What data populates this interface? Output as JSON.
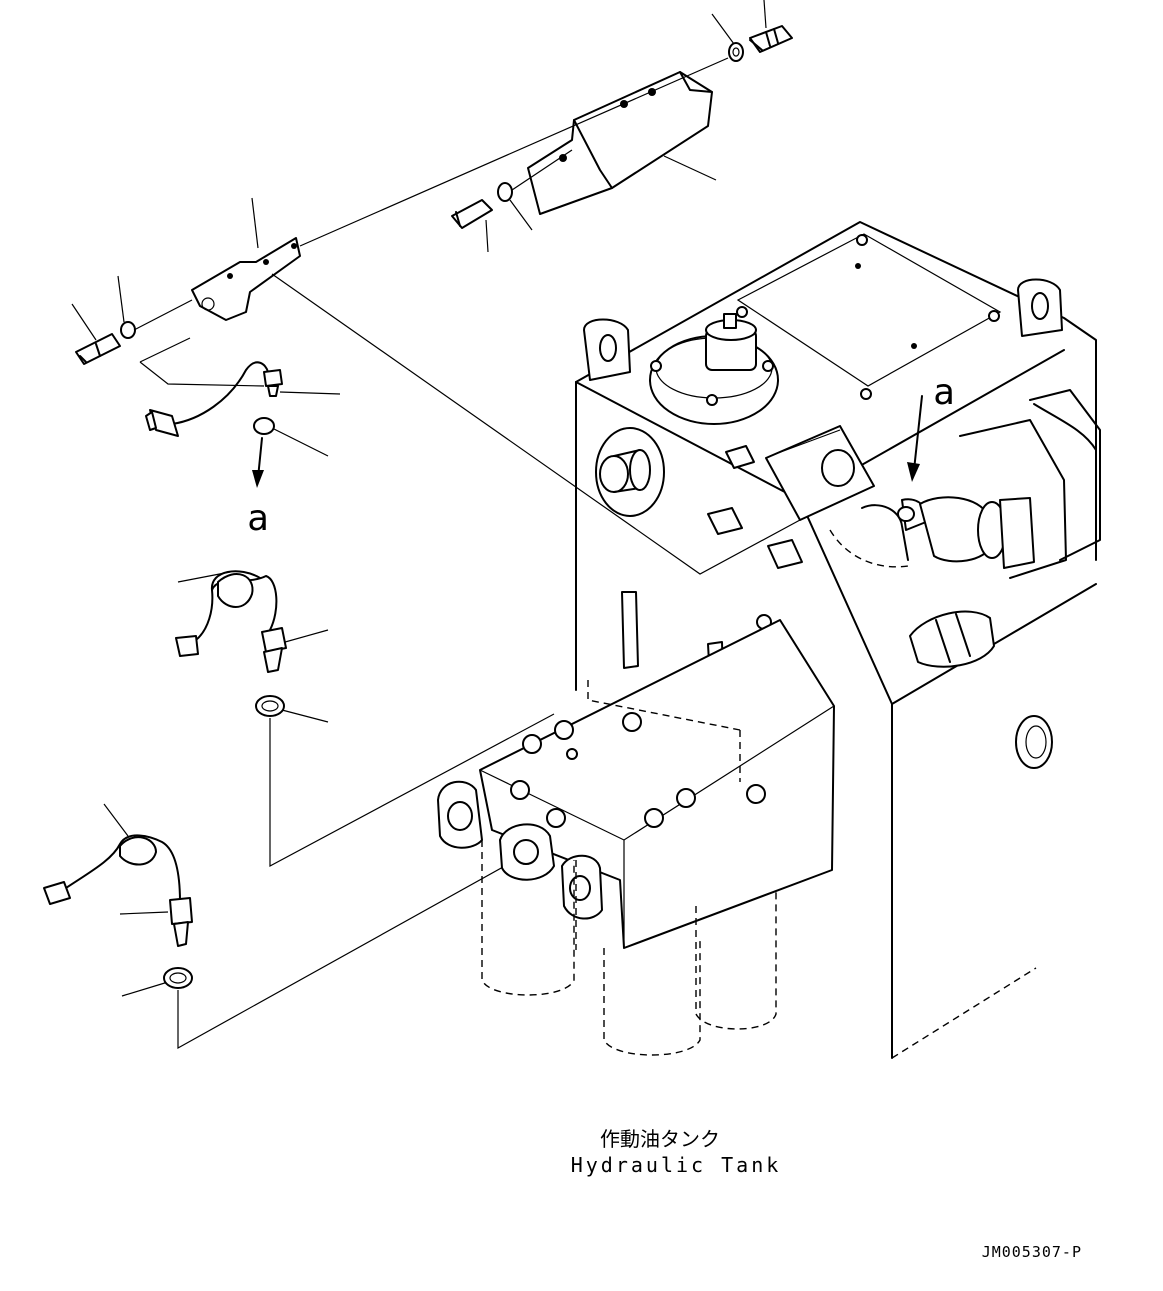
{
  "labels": {
    "callout_a_top": "a",
    "callout_a_left": "a"
  },
  "caption": {
    "japanese": "作動油タンク",
    "english": "Hydraulic Tank"
  },
  "drawing_number": "JM005307-P"
}
